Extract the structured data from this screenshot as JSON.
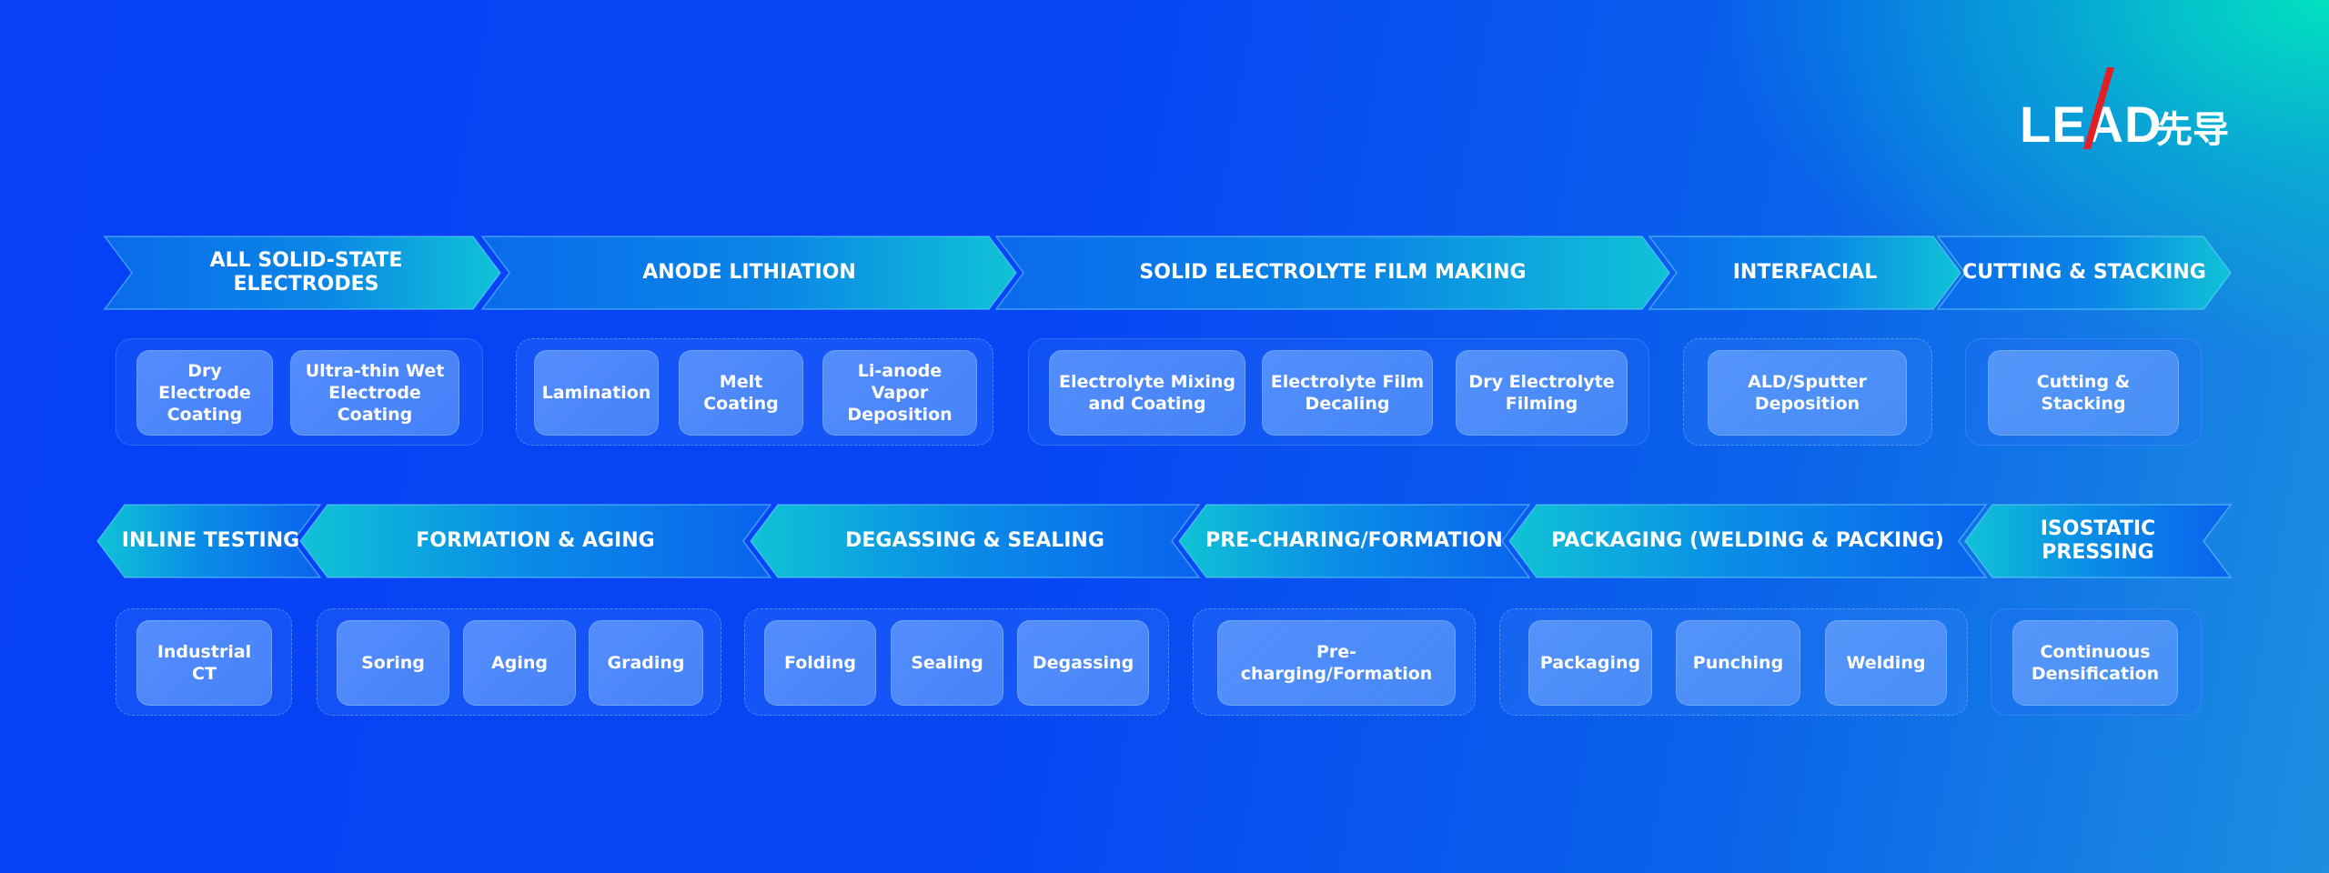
{
  "colors": {
    "banner_light": "#10c3d6",
    "banner_dark": "#0a6bec",
    "card": "#6fa6ff",
    "logo_red": "#e31e24",
    "text": "#ffffff"
  },
  "logo": {
    "brand": "LEAD",
    "chinese": "先导"
  },
  "row1": {
    "banners": [
      {
        "label": "ALL SOLID-STATE ELECTRODES",
        "direction": "right"
      },
      {
        "label": "ANODE LITHIATION",
        "direction": "right"
      },
      {
        "label": "SOLID ELECTROLYTE FILM MAKING",
        "direction": "right"
      },
      {
        "label": "INTERFACIAL",
        "direction": "right"
      },
      {
        "label": "CUTTING & STACKING",
        "direction": "right"
      }
    ],
    "groups": [
      {
        "items": [
          "Dry Electrode Coating",
          "Ultra-thin Wet Electrode Coating"
        ]
      },
      {
        "items": [
          "Lamination",
          "Melt Coating",
          "Li-anode Vapor Deposition"
        ]
      },
      {
        "items": [
          "Electrolyte Mixing and Coating",
          "Electrolyte Film Decaling",
          "Dry Electrolyte Filming"
        ]
      },
      {
        "items": [
          "ALD/Sputter Deposition"
        ]
      },
      {
        "items": [
          "Cutting & Stacking"
        ]
      }
    ]
  },
  "row2": {
    "banners": [
      {
        "label": "INLINE TESTING",
        "direction": "left"
      },
      {
        "label": "FORMATION & AGING",
        "direction": "left"
      },
      {
        "label": "DEGASSING & SEALING",
        "direction": "left"
      },
      {
        "label": "PRE-CHARING/FORMATION",
        "direction": "left"
      },
      {
        "label": "PACKAGING (WELDING & PACKING)",
        "direction": "left"
      },
      {
        "label": "ISOSTATIC PRESSING",
        "direction": "left"
      }
    ],
    "groups": [
      {
        "items": [
          "Industrial CT"
        ]
      },
      {
        "items": [
          "Soring",
          "Aging",
          "Grading"
        ]
      },
      {
        "items": [
          "Folding",
          "Sealing",
          "Degassing"
        ]
      },
      {
        "items": [
          "Pre-charging/Formation"
        ]
      },
      {
        "items": [
          "Packaging",
          "Punching",
          "Welding"
        ]
      },
      {
        "items": [
          "Continuous Densification"
        ]
      }
    ]
  }
}
